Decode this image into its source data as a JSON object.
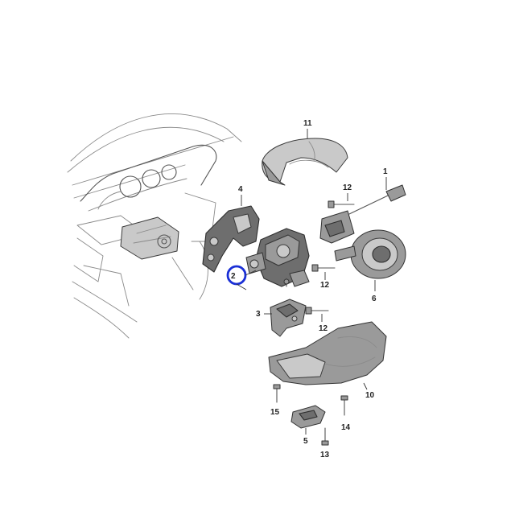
{
  "callouts": {
    "p1": "1",
    "p2": "2",
    "p3": "3",
    "p4": "4",
    "p5": "5",
    "p6": "6",
    "p10": "10",
    "p11": "11",
    "p12a": "12",
    "p12b": "12",
    "p12c": "12",
    "p13": "13",
    "p14": "14",
    "p15": "15"
  },
  "highlight_color": "#1a2fd6",
  "highlighted_callout": "2"
}
